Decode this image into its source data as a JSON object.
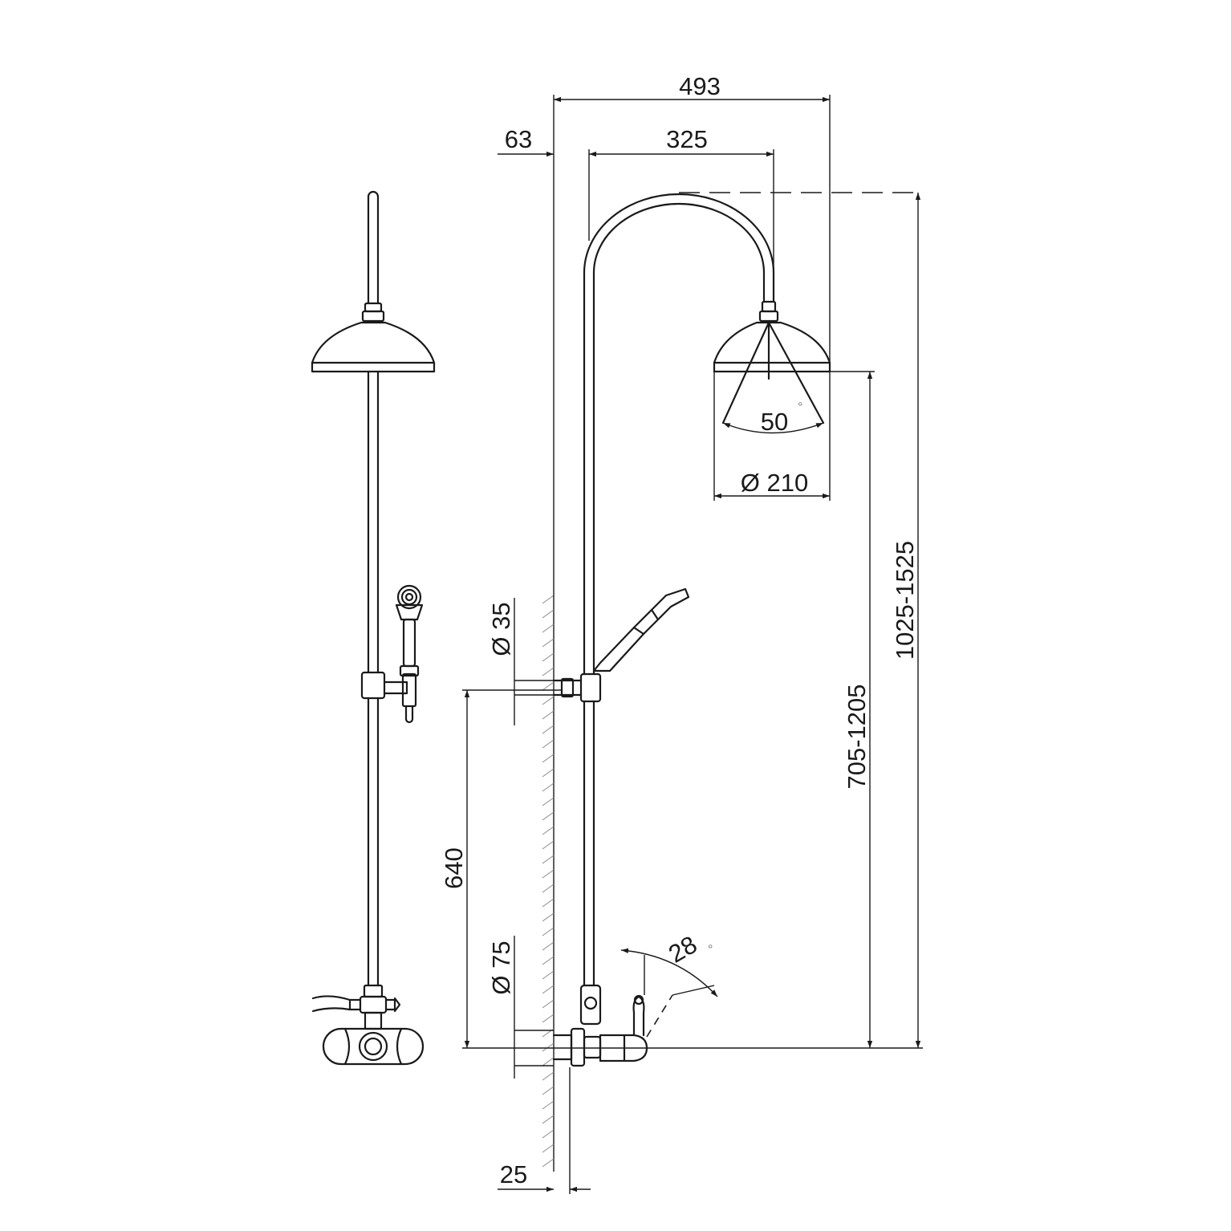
{
  "dimensions": {
    "overall_width": "493",
    "wall_offset": "63",
    "arm_reach": "325",
    "spray_angle": "50",
    "head_diameter": "Ø 210",
    "total_height": "1025-1525",
    "head_height": "705-1205",
    "bracket_diameter": "Ø 35",
    "bracket_height": "640",
    "flange_diameter": "Ø 75",
    "flange_depth": "25",
    "lever_angle": "28"
  },
  "symbols": {
    "degree": "°"
  }
}
